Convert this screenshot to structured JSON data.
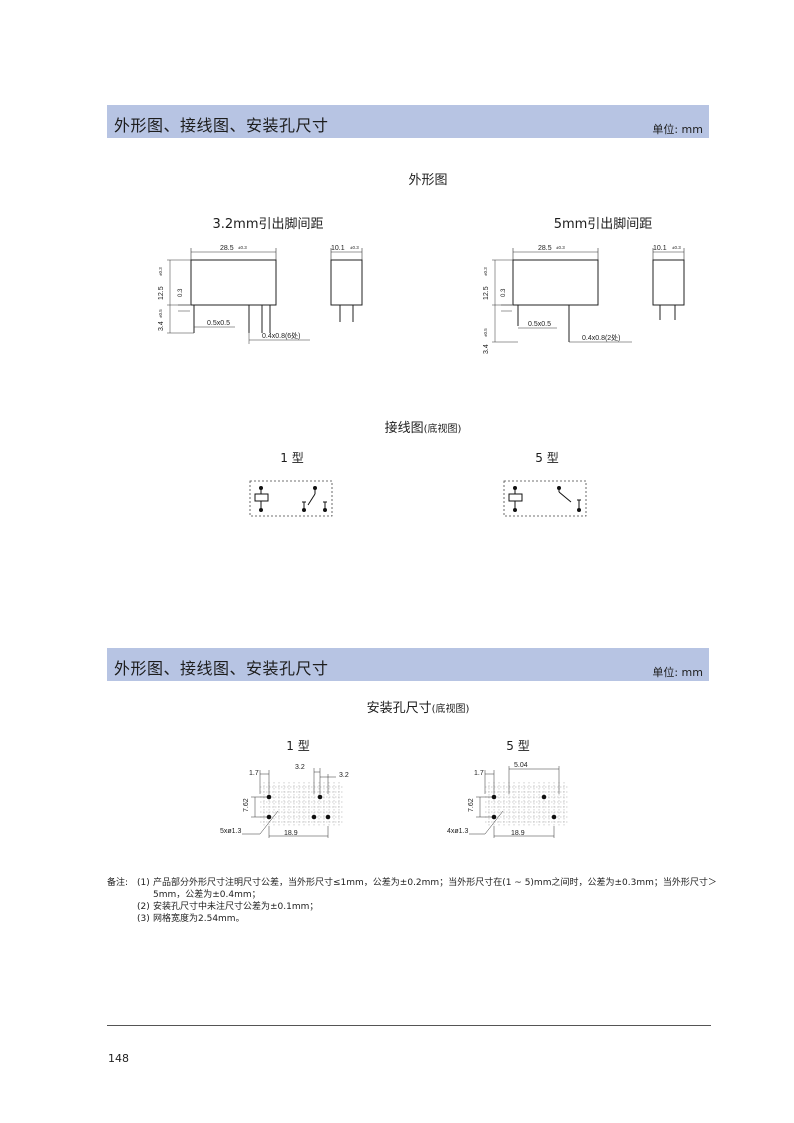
{
  "sections": [
    {
      "title": "外形图、接线图、安装孔尺寸",
      "unit": "单位: mm"
    },
    {
      "title": "外形图、接线图、安装孔尺寸",
      "unit": "单位: mm"
    }
  ],
  "outline": {
    "heading": "外形图",
    "left": {
      "subtitle": "3.2mm引出脚间距",
      "dim_length": "28.5",
      "dim_length_tol": "±0.3",
      "dim_height": "12.5",
      "dim_height_tol": "±0.3",
      "dim_standoff": "0.3",
      "dim_pin_len": "3.4",
      "dim_pin_len_tol": "±0.5",
      "dim_pin_section": "0.5x0.5",
      "dim_pin_width": "0.4x0.8(6处)",
      "dim_width": "10.1",
      "dim_width_tol": "±0.3"
    },
    "right": {
      "subtitle": "5mm引出脚间距",
      "dim_length": "28.5",
      "dim_length_tol": "±0.3",
      "dim_height": "12.5",
      "dim_height_tol": "±0.3",
      "dim_standoff": "0.3",
      "dim_pin_len": "3.4",
      "dim_pin_len_tol": "±0.5",
      "dim_pin_section": "0.5x0.5",
      "dim_pin_width": "0.4x0.8(2处)",
      "dim_width": "10.1",
      "dim_width_tol": "±0.3"
    }
  },
  "wiring": {
    "heading": "接线图",
    "heading_note": "(底视图)",
    "type1_label": "1 型",
    "type5_label": "5 型"
  },
  "mounting": {
    "heading": "安装孔尺寸",
    "heading_note": "(底视图)",
    "type1": {
      "label": "1 型",
      "dim_a": "1.7",
      "dim_b": "3.2",
      "dim_c": "3.2",
      "dim_h": "7.62",
      "dim_len": "18.9",
      "holes": "5xø1.3"
    },
    "type5": {
      "label": "5 型",
      "dim_a": "1.7",
      "dim_b": "5.04",
      "dim_h": "7.62",
      "dim_len": "18.9",
      "holes": "4xø1.3"
    }
  },
  "notes": {
    "label": "备注:",
    "items": [
      {
        "num": "(1)",
        "text": "产品部分外形尺寸注明尺寸公差，当外形尺寸≤1mm，公差为±0.2mm；当外形尺寸在(1 ~ 5)mm之间时，公差为±0.3mm；当外形尺寸＞5mm，公差为±0.4mm；"
      },
      {
        "num": "(2)",
        "text": "安装孔尺寸中未注尺寸公差为±0.1mm；"
      },
      {
        "num": "(3)",
        "text": "网格宽度为2.54mm。"
      }
    ]
  },
  "page_number": "148"
}
